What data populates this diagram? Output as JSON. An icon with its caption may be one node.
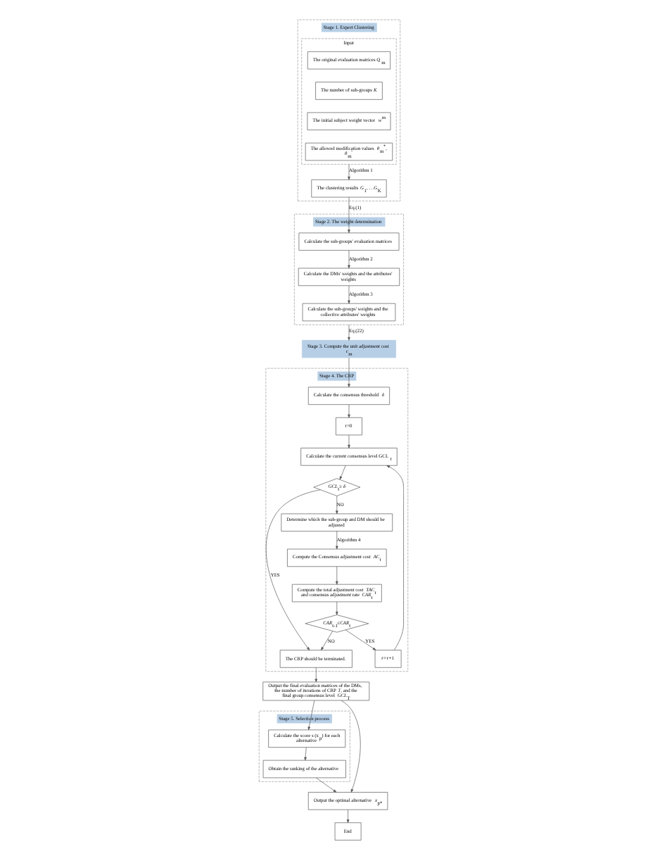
{
  "diagram": {
    "nodes": [
      {
        "text": [
          "Stage 1. Expert Clustering"
        ]
      },
      {
        "text": [
          "Input"
        ],
        "in": 0
      },
      {
        "text": [
          "The original evaluation matrices Q$_{m}$"
        ],
        "in": 1
      },
      {
        "text": [
          "The number of sub-groups *K*"
        ],
        "in": 1
      },
      {
        "text": [
          "The initial subject weight vector *w*$^{m}$"
        ],
        "in": 1
      },
      {
        "text": [
          "The allowed modification values *θ*$_{m}$$^{+}$, *θ*$_{m}$$^{-}$"
        ],
        "in": 1
      },
      {
        "text": [
          "The clustering results *G*$_{1}$, …*G*$_{K}$"
        ],
        "in": 0
      },
      {
        "text": [
          "Stage 2. The weight determination"
        ]
      },
      {
        "text": [
          "Calculate the sub-groups' evaluation matrices"
        ],
        "in": 7
      },
      {
        "text": [
          "Calculate the DMs' weights and the attributes' weights"
        ],
        "in": 7
      },
      {
        "text": [
          "Calculate the sub-groups' weights and the collective attributes' weights"
        ],
        "in": 7
      },
      {
        "text": [
          "Stage 3. Compute the unit adjustment cost *c*$_{m}$"
        ]
      },
      {
        "text": [
          "Stage 4. The CRP"
        ]
      },
      {
        "text": [
          "Calculate the consensus threshold *δ*"
        ],
        "in": 12
      },
      {
        "text": [
          "*t*=0"
        ],
        "in": 12
      },
      {
        "text": [
          "Calculate the current consensus level GCL$_{t}$"
        ],
        "in": 12
      },
      {
        "text": [
          "*GCL*$_{t}$≥ *δ*"
        ],
        "in": 12
      },
      {
        "text": [
          "Determine which the sub-group and DM should be adjusted"
        ],
        "in": 12
      },
      {
        "text": [
          "Compute the Consensus adjustment cost *AC*$_{t}$"
        ],
        "in": 12
      },
      {
        "text": [
          "Compute the total adjustment cost *TAC*$_{t}$ and consensus adjustment rate *CAR*$_{t}$"
        ],
        "in": 12
      },
      {
        "text": [
          "*CAR*$_{t-1}$≤*CAR*$_{t}$"
        ],
        "in": 12
      },
      {
        "text": [
          "*t*=*t*+1"
        ],
        "in": 12
      },
      {
        "text": [
          "The CRP should be terminated."
        ],
        "in": 12
      },
      {
        "text": [
          "Output the final evaluation matrices of the DMs, the number of iterations of CRP *T*, and the final group consensus level *GCL*$_{T}$"
        ]
      },
      {
        "text": [
          "Stage 5. Selection process"
        ]
      },
      {
        "text": [
          "Calculate the score s (x$_{p}$) for each alternative"
        ],
        "in": 24
      },
      {
        "text": [
          "Obtain the ranking of the alternative"
        ],
        "in": 24
      },
      {
        "text": [
          "Output the optimal alternative *x*$_{p*}$"
        ]
      },
      {
        "text": [
          "End"
        ]
      }
    ],
    "edges": [
      {
        "from": 1,
        "to": 6,
        "arrow": "to",
        "label": "Algorithm 1"
      },
      {
        "from": 6,
        "to": 8,
        "arrow": "to",
        "label": "Eq.(1)"
      },
      {
        "from": 8,
        "to": 9,
        "arrow": "to",
        "label": "Algorithm 2"
      },
      {
        "from": 9,
        "to": 10,
        "arrow": "to",
        "label": "Algorithm 3"
      },
      {
        "from": 7,
        "to": 11,
        "arrow": "to",
        "label": "Eq.(22)"
      },
      {
        "from": 11,
        "to": 13,
        "arrow": "to"
      },
      {
        "from": 13,
        "to": 14,
        "arrow": "to"
      },
      {
        "from": 14,
        "to": 15,
        "arrow": "to"
      },
      {
        "from": 21,
        "to": 15,
        "arrow": "to"
      },
      {
        "from": 15,
        "to": 16,
        "arrow": "to"
      },
      {
        "from": 16,
        "to": 17,
        "arrow": "to",
        "label": "NO"
      },
      {
        "from": 16,
        "to": 22,
        "arrow": "to",
        "label": "YES"
      },
      {
        "from": 17,
        "to": 18,
        "arrow": "to",
        "label": "Algorithm 4"
      },
      {
        "from": 18,
        "to": 19,
        "arrow": "to"
      },
      {
        "from": 19,
        "to": 20,
        "arrow": "to"
      },
      {
        "from": 20,
        "to": 21,
        "arrow": "to",
        "label": "YES"
      },
      {
        "from": 20,
        "to": 22,
        "arrow": "to",
        "label": "NO"
      },
      {
        "from": 22,
        "to": 23,
        "arrow": "to"
      },
      {
        "from": 23,
        "to": 25,
        "arrow": "to"
      },
      {
        "from": 23,
        "to": 27,
        "arrow": "to"
      },
      {
        "from": 25,
        "to": 26,
        "arrow": "to"
      },
      {
        "from": 26,
        "to": 27,
        "arrow": "to"
      },
      {
        "from": 27,
        "to": 28,
        "arrow": "to"
      }
    ]
  }
}
